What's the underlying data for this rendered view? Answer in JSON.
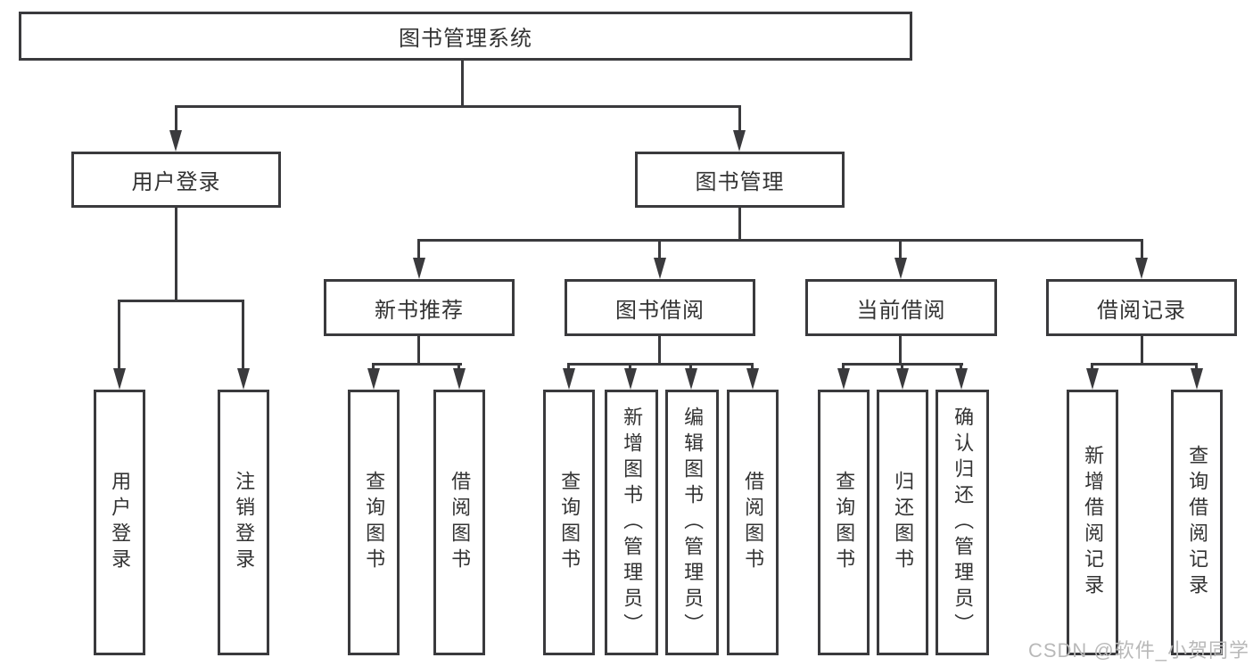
{
  "colors": {
    "line": "#3a3a3d",
    "text": "#333333",
    "watermark": "#b9b9b9",
    "background": "#ffffff"
  },
  "watermark": "CSDN @软件_小贺同学",
  "tree": {
    "root": {
      "label": "图书管理系统",
      "children": [
        {
          "label": "用户登录",
          "children": [
            {
              "label": "用户登录"
            },
            {
              "label": "注销登录"
            }
          ]
        },
        {
          "label": "图书管理",
          "children": [
            {
              "label": "新书推荐",
              "children": [
                {
                  "label": "查询图书"
                },
                {
                  "label": "借阅图书"
                }
              ]
            },
            {
              "label": "图书借阅",
              "children": [
                {
                  "label": "查询图书"
                },
                {
                  "label": "新增图书（管理员）"
                },
                {
                  "label": "编辑图书（管理员）"
                },
                {
                  "label": "借阅图书"
                }
              ]
            },
            {
              "label": "当前借阅",
              "children": [
                {
                  "label": "查询图书"
                },
                {
                  "label": "归还图书"
                },
                {
                  "label": "确认归还（管理员）"
                }
              ]
            },
            {
              "label": "借阅记录",
              "children": [
                {
                  "label": "新增借阅记录"
                },
                {
                  "label": "查询借阅记录"
                }
              ]
            }
          ]
        }
      ]
    }
  }
}
